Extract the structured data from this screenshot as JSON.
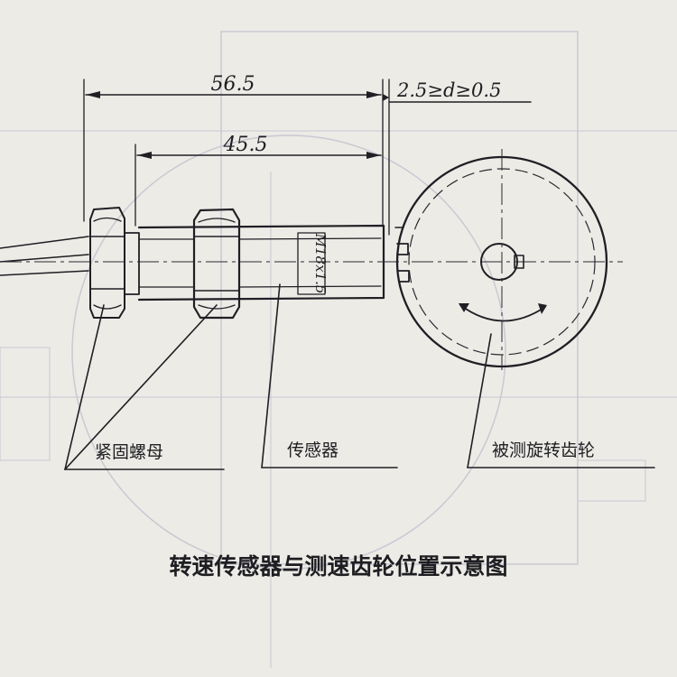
{
  "dimensions": {
    "overall_length": "56.5",
    "thread_length": "45.5",
    "gap": "2.5≥d≥0.5",
    "thread": "M18x1.5"
  },
  "labels": {
    "lock_nut": "紧固螺母",
    "sensor": "传感器",
    "gear": "被测旋转齿轮"
  },
  "title": "转速传感器与测速齿轮位置示意图",
  "colors": {
    "paper": "#ecebe6",
    "ink": "#1f1f24",
    "ghost": "#c9c9d2"
  }
}
